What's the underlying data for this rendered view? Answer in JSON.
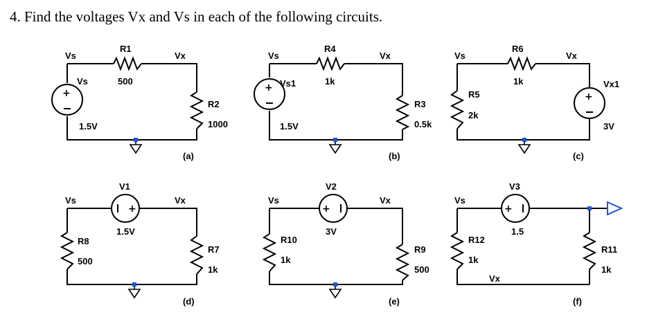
{
  "question": "4. Find the voltages Vx and Vs in each of the following circuits.",
  "colors": {
    "line": "#000000",
    "node": "#1f56d6"
  },
  "circuits": {
    "a": {
      "caption": "(a)",
      "vs_net": "Vs",
      "vx_net": "Vx",
      "r1_name": "R1",
      "r1_value": "500",
      "source_name": "Vs",
      "source_value": "1.5V",
      "r2_name": "R2",
      "r2_value": "1000"
    },
    "b": {
      "caption": "(b)",
      "vs_net": "Vs",
      "vx_net": "Vx",
      "r4_name": "R4",
      "r4_value": "1k",
      "source_name": "Vs1",
      "source_value": "1.5V",
      "r3_name": "R3",
      "r3_value": "0.5k"
    },
    "c": {
      "caption": "(c)",
      "vs_net": "Vs",
      "vx_net": "Vx",
      "r6_name": "R6",
      "r6_value": "1k",
      "r5_name": "R5",
      "r5_value": "2k",
      "source_name": "Vx1",
      "source_value": "3V"
    },
    "d": {
      "caption": "(d)",
      "vs_net": "Vs",
      "vx_net": "Vx",
      "v_name": "V1",
      "v_value": "1.5V",
      "r8_name": "R8",
      "r8_value": "500",
      "r7_name": "R7",
      "r7_value": "1k"
    },
    "e": {
      "caption": "(e)",
      "vs_net": "Vs",
      "vx_net": "Vx",
      "v_name": "V2",
      "v_value": "3V",
      "r10_name": "R10",
      "r10_value": "1k",
      "r9_name": "R9",
      "r9_value": "500"
    },
    "f": {
      "caption": "(f)",
      "vs_net": "Vs",
      "vx_net": "Vx",
      "v_name": "V3",
      "v_value": "1.5",
      "r12_name": "R12",
      "r12_value": "1k",
      "r11_name": "R11",
      "r11_value": "1k"
    }
  }
}
